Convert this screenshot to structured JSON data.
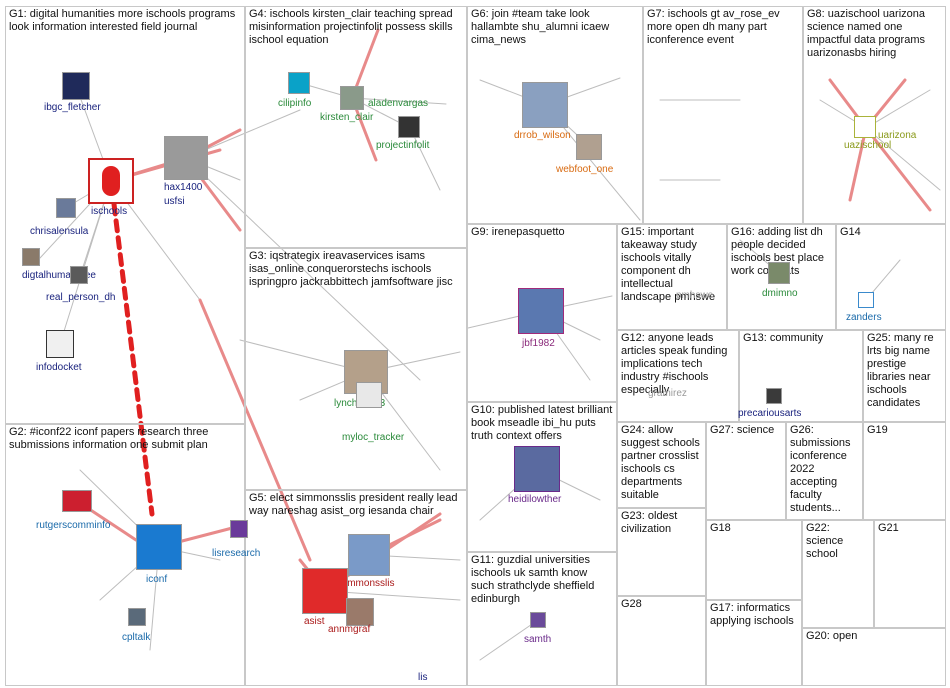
{
  "groups": [
    {
      "id": "G1",
      "label": "G1: digital humanities more ischools programs look information interested field journal"
    },
    {
      "id": "G2",
      "label": "G2: #iconf22 iconf papers research three submissions information one submit plan"
    },
    {
      "id": "G3",
      "label": "G3: iqstrategix ireavaservices isams isas_online conquerorstechs ischools ispringpro jackrabbittech jamfsoftware jisc"
    },
    {
      "id": "G4",
      "label": "G4: ischools kirsten_clair teaching spread misinformation projectinfolit possess skills ischool equation"
    },
    {
      "id": "G5",
      "label": "G5: elect simmonsslis president really lead way nareshag asist_org iesanda chair"
    },
    {
      "id": "G6",
      "label": "G6: join #team take look hallambte shu_alumni icaew cima_news"
    },
    {
      "id": "G7",
      "label": "G7: ischools gt av_rose_ev more open dh many part iconference event"
    },
    {
      "id": "G8",
      "label": "G8: uazischool uarizona science named one impactful data programs uarizonasbs hiring"
    },
    {
      "id": "G9",
      "label": "G9: irenepasquetto"
    },
    {
      "id": "G10",
      "label": "G10: published latest brilliant book mseadle ibi_hu puts truth context offers"
    },
    {
      "id": "G11",
      "label": "G11: guzdial universities ischools uk samth know such strathclyde sheffield edinburgh"
    },
    {
      "id": "G12",
      "label": "G12: anyone leads articles speak funding implications tech industry #ischools especially"
    },
    {
      "id": "G13",
      "label": "G13: community"
    },
    {
      "id": "G14",
      "label": "G14"
    },
    {
      "id": "G15",
      "label": "G15: important takeaway study ischools vitally component dh intellectual landscape pmhswe"
    },
    {
      "id": "G16",
      "label": "G16: adding list dh people decided ischools best place work congrats"
    },
    {
      "id": "G17",
      "label": "G17: informatics applying ischools"
    },
    {
      "id": "G18",
      "label": "G18"
    },
    {
      "id": "G19",
      "label": "G19"
    },
    {
      "id": "G20",
      "label": "G20: open"
    },
    {
      "id": "G21",
      "label": "G21"
    },
    {
      "id": "G22",
      "label": "G22: science school"
    },
    {
      "id": "G23",
      "label": "G23: oldest civilization"
    },
    {
      "id": "G24",
      "label": "G24: allow suggest schools partner crosslist ischools cs departments suitable"
    },
    {
      "id": "G25",
      "label": "G25: many re lrts big name prestige libraries near ischools candidates"
    },
    {
      "id": "G26",
      "label": "G26: submissions iconference 2022 accepting faculty students..."
    },
    {
      "id": "G27",
      "label": "G27: science"
    },
    {
      "id": "G28",
      "label": "G28"
    }
  ],
  "nodes": {
    "ibgc_fletcher": "ibgc_fletcher",
    "ischools": "ischools",
    "hax1400": "hax1400",
    "usfsi": "usfsi",
    "chrisalensula": "chrisalensula",
    "digtalhumanatee": "digtalhumanatee",
    "real_person_dh": "real_person_dh",
    "infodocket": "infodocket",
    "cilipinfo": "cilipinfo",
    "kirsten_clair": "kirsten_clair",
    "aladenvargas": "aladenvargas",
    "projectinfolit": "projectinfolit",
    "drrob_wilson": "drrob_wilson",
    "webfoot_one": "webfoot_one",
    "uazischool": "uazischool",
    "uarizona": "uarizona",
    "lynch39083": "lynch39083",
    "myloc_tracker": "myloc_tracker",
    "jbf1982": "jbf1982",
    "pmhswe": "pmhswe",
    "dmimno": "dmimno",
    "zanders": "zanders",
    "gramirez": "gramirez",
    "precariousarts": "precariousarts",
    "heidilowther": "heidilowther",
    "rutgerscomminfo": "rutgerscomminfo",
    "iconf": "iconf",
    "lisresearch": "lisresearch",
    "simmonsslis": "simmonsslis",
    "asist": "asist",
    "annmgraf": "annmgraf",
    "cpltalk": "cpltalk",
    "samth": "samth",
    "lis": "lis"
  },
  "colors": {
    "edge": "#bdbdbd",
    "edge_strong": "#e88a8a",
    "edge_dash": "#e02020",
    "border": "#c8c8c8"
  }
}
